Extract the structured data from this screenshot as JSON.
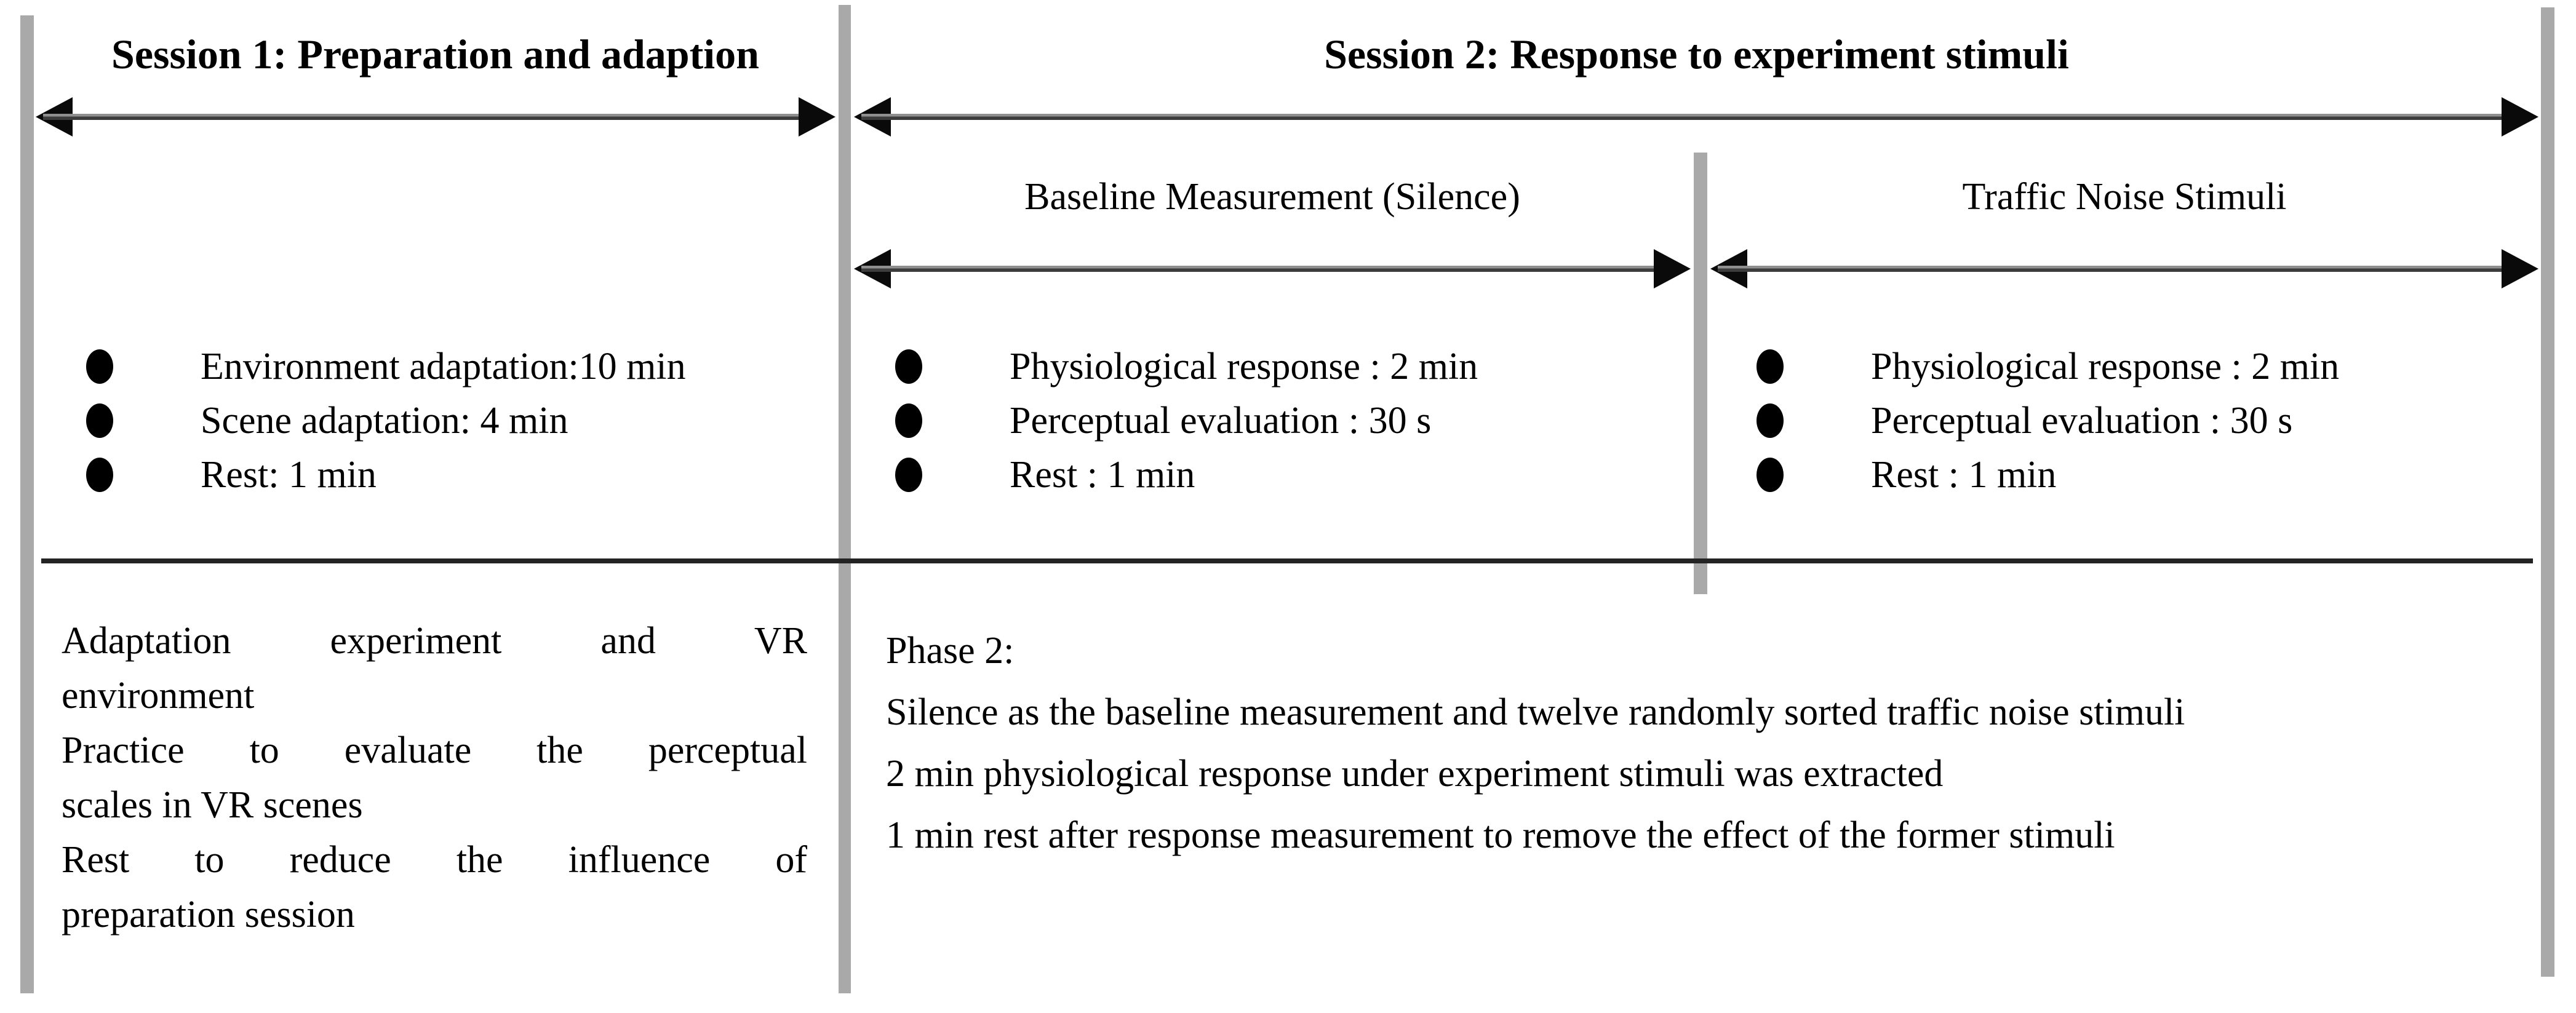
{
  "colors": {
    "background": "#ffffff",
    "text": "#000000",
    "bar_gray": "#a9a9a9",
    "arrow_head": "#0a0a0a",
    "arrow_line_light": "#8f8f8f",
    "arrow_line_dark": "#3c3c3c",
    "rule_dark": "#232323"
  },
  "diagram": {
    "session1": {
      "title": "Session 1: Preparation and adaption",
      "bullets": [
        "Environment adaptation:10 min",
        "Scene adaptation: 4 min",
        "Rest: 1 min"
      ],
      "notes": [
        "Adaptation experiment and VR",
        "environment",
        "Practice to evaluate the perceptual",
        "scales in VR scenes",
        "Rest to reduce the influence of",
        "preparation session"
      ]
    },
    "session2": {
      "title": "Session 2: Response to experiment stimuli",
      "baseline": {
        "header": "Baseline Measurement (Silence)",
        "bullets": [
          "Physiological response : 2 min",
          "Perceptual evaluation : 30 s",
          "Rest : 1 min"
        ]
      },
      "traffic": {
        "header": "Traffic Noise Stimuli",
        "bullets": [
          "Physiological response : 2 min",
          "Perceptual evaluation : 30 s",
          "Rest : 1 min"
        ]
      },
      "notes": [
        "Phase 2:",
        "Silence as the baseline measurement and twelve randomly sorted traffic noise stimuli",
        "2 min physiological response under experiment stimuli was extracted",
        "1 min rest after response measurement to remove the effect of the former stimuli"
      ]
    }
  }
}
